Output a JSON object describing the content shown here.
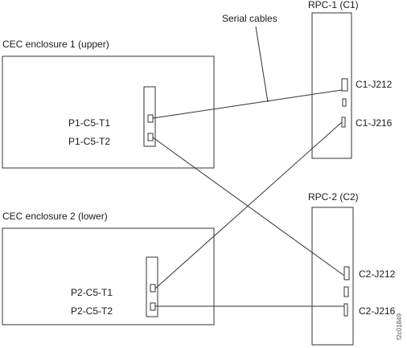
{
  "cables_label": "Serial cables",
  "cec1": {
    "title": "CEC enclosure 1 (upper)",
    "port_t1": "P1-C5-T1",
    "port_t2": "P1-C5-T2"
  },
  "cec2": {
    "title": "CEC enclosure 2 (lower)",
    "port_t1": "P2-C5-T1",
    "port_t2": "P2-C5-T2"
  },
  "rpc1": {
    "title": "RPC-1 (C1)",
    "j212": "C1-J212",
    "j216": "C1-J216"
  },
  "rpc2": {
    "title": "RPC-2 (C2)",
    "j212": "C2-J212",
    "j216": "C2-J216"
  },
  "figure_id": "f2c01849"
}
